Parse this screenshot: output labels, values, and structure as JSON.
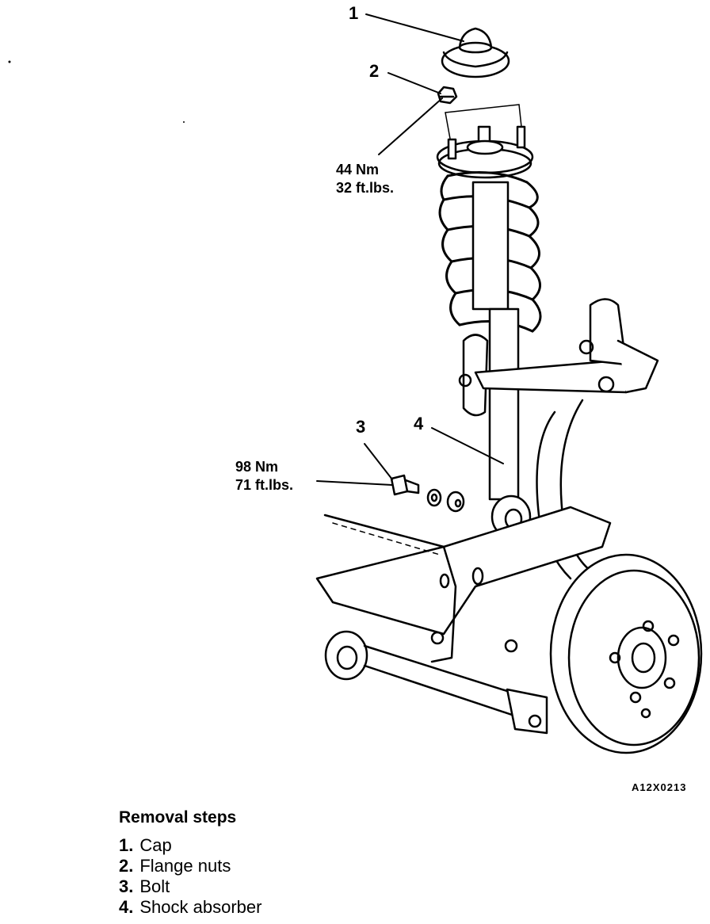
{
  "callouts": {
    "c1": "1",
    "c2": "2",
    "c3": "3",
    "c4": "4"
  },
  "torque_top": {
    "nm": "44 Nm",
    "ftlbs": "32 ft.lbs."
  },
  "torque_bottom": {
    "nm": "98 Nm",
    "ftlbs": "71 ft.lbs."
  },
  "figure_ref": "A12X0213",
  "removal": {
    "title": "Removal steps",
    "steps": [
      {
        "num": "1.",
        "label": "Cap"
      },
      {
        "num": "2.",
        "label": "Flange nuts"
      },
      {
        "num": "3.",
        "label": "Bolt"
      },
      {
        "num": "4.",
        "label": "Shock absorber"
      }
    ]
  }
}
